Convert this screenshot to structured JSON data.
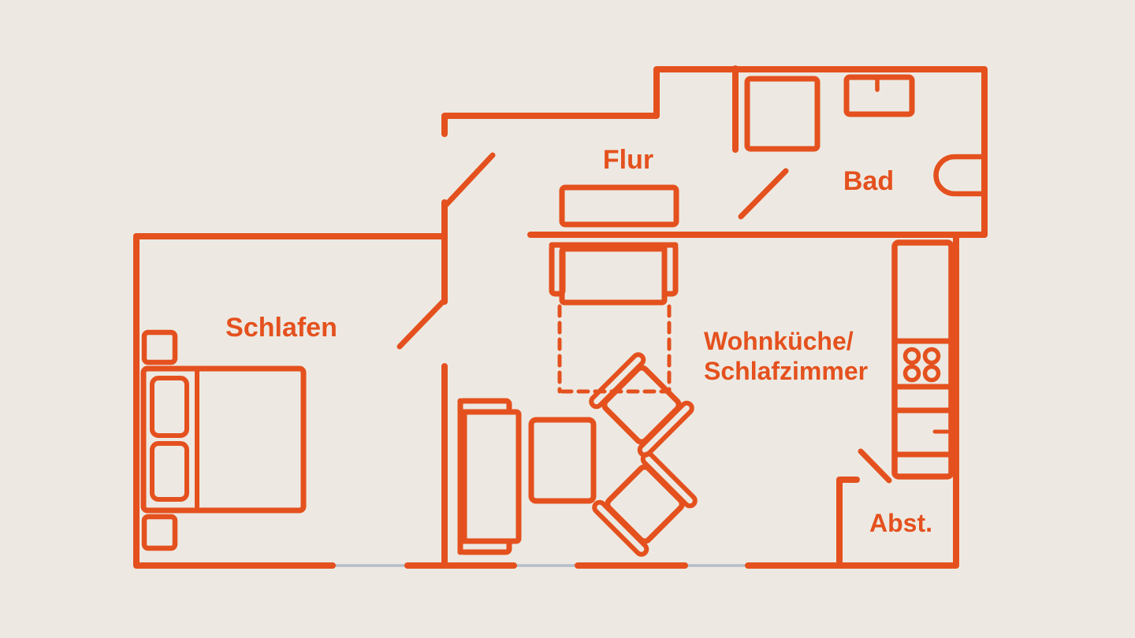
{
  "colors": {
    "background": "#EDE9E2",
    "plan_line": "#E4511E",
    "window_line": "#B4BDC9"
  },
  "labels": {
    "flur": "Flur",
    "bad": "Bad",
    "schlafen": "Schlafen",
    "wohnkueche_line1": "Wohnküche/",
    "wohnkueche_line2": "Schlafzimmer",
    "abstellraum": "Abst."
  },
  "rooms": [
    {
      "id": "flur",
      "label": "Flur"
    },
    {
      "id": "bad",
      "label": "Bad"
    },
    {
      "id": "schlafen",
      "label": "Schlafen"
    },
    {
      "id": "wohnkueche-schlafzimmer",
      "label": "Wohnküche/Schlafzimmer"
    },
    {
      "id": "abstellraum",
      "label": "Abst."
    }
  ],
  "furniture_icons": [
    "double-bed-icon",
    "pillow-icon",
    "nightstand-icon",
    "wardrobe-icon",
    "sofa-icon",
    "sofa-bed-extension-dashed-icon",
    "coffee-table-icon",
    "armchair-icon",
    "sideboard-icon",
    "kitchen-unit-icon",
    "stove-burners-icon",
    "shower-icon",
    "washbasin-icon",
    "toilet-icon",
    "door-swing-icon",
    "window-icon"
  ],
  "plan": {
    "window_count": 3,
    "door_swing_count": 4
  }
}
